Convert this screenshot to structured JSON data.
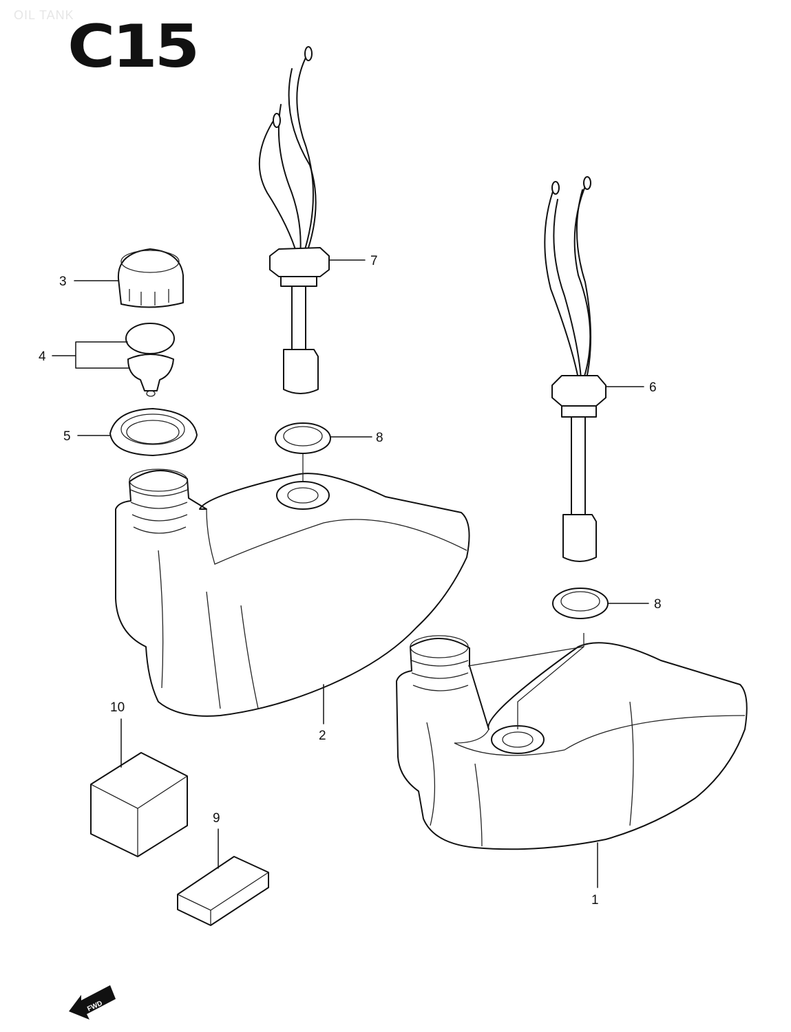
{
  "diagram": {
    "subtitle": "OIL TANK",
    "code": "C15",
    "fwd_label": "FWD",
    "callouts": {
      "c1": "1",
      "c2": "2",
      "c3": "3",
      "c4": "4",
      "c5": "5",
      "c6": "6",
      "c7": "7",
      "c8a": "8",
      "c8b": "8",
      "c9": "9",
      "c10": "10"
    }
  }
}
